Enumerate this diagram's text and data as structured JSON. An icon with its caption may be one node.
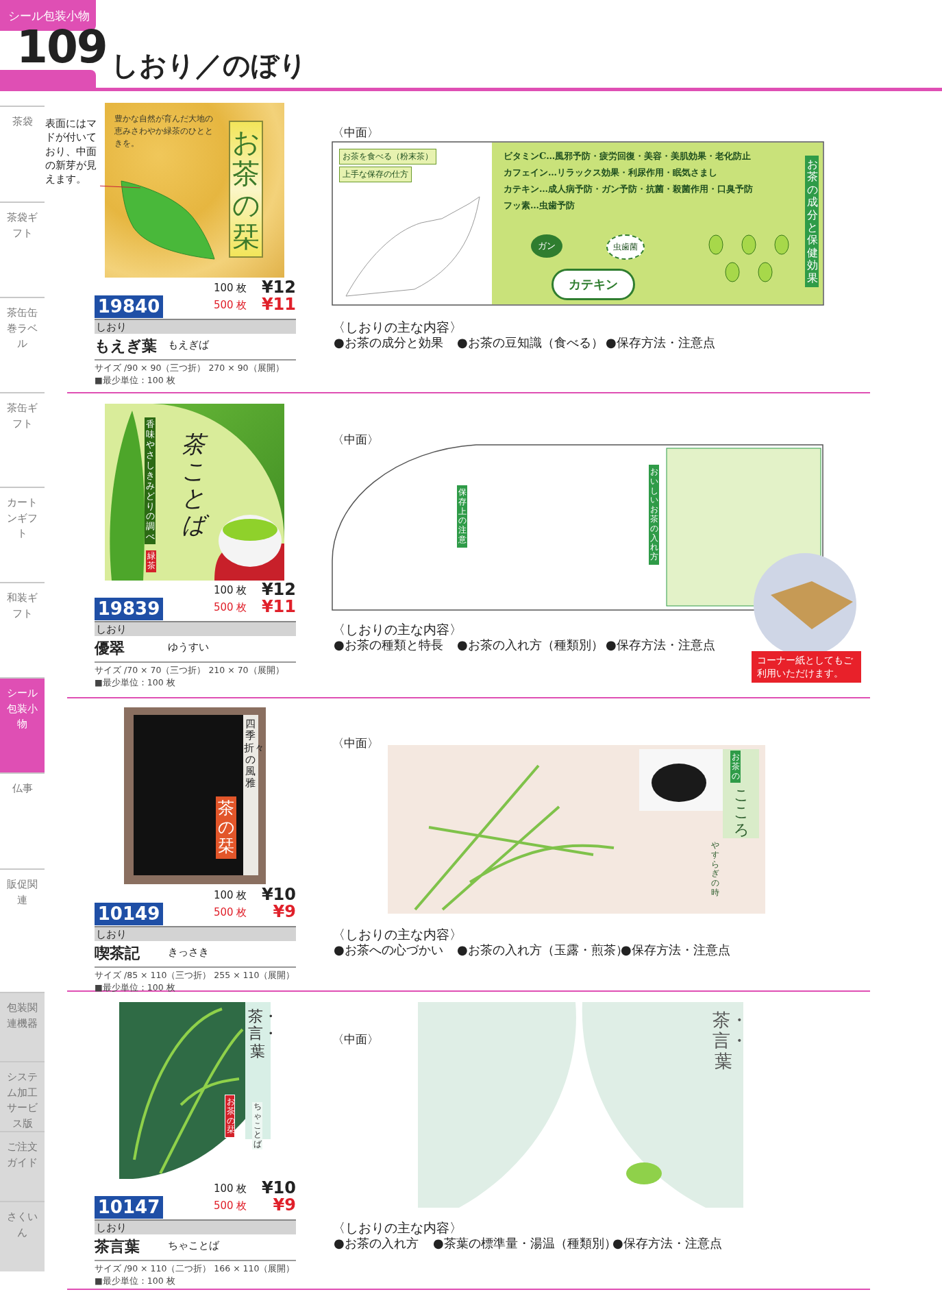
{
  "diagram": {
    "title": "しおり／のぼり",
    "nodes": [
      {
        "text": [
          "シール包装小物"
        ]
      },
      {
        "text": [
          "茶袋"
        ]
      },
      {
        "text": [
          "茶袋ギフト"
        ]
      },
      {
        "text": [
          "茶缶缶巻ラベル"
        ]
      },
      {
        "text": [
          "茶缶ギフト"
        ]
      },
      {
        "text": [
          "カートンギフト"
        ]
      },
      {
        "text": [
          "和装ギフト"
        ]
      },
      {
        "text": [
          "シール包装小物"
        ]
      },
      {
        "text": [
          "仏事"
        ]
      },
      {
        "text": [
          "販促関連"
        ]
      },
      {
        "text": [
          "包装関連機器"
        ]
      },
      {
        "text": [
          "システム加工サービス版"
        ]
      },
      {
        "text": [
          "ご注文ガイド"
        ]
      },
      {
        "text": [
          "さくいん"
        ]
      },
      {
        "text": [
          "お茶の栞",
          "豊かな自然が育んだ大地の恵みさわやか緑茶のひとときを。"
        ]
      },
      {
        "text": [],
        "shape": "picture",
        "in": 14
      },
      {
        "text": [
          "表面にはマドが付いており、中面の新芽が見えます。"
        ]
      },
      {
        "text": [
          "19840"
        ]
      },
      {
        "text": [
          "しおり"
        ]
      },
      {
        "text": [
          "お茶の成分と保健効果",
          "ビタミンC…風邪予防・疲労回復・美容・美肌効果・老化防止",
          "カフェイン…リラックス効果・利尿作用・眠気さまし",
          "カテキン…成人病予防・ガン予防・抗菌・殺菌作用・口臭予防",
          "フッ素…虫歯予防",
          "ガン",
          "虫歯菌",
          "カテキン",
          "お茶を食べる（粉末茶）",
          "上手な保存の仕方"
        ]
      },
      {
        "text": [
          "香味やさしきみどりの調べ",
          "緑茶",
          "茶ことば"
        ]
      },
      {
        "text": [
          "19839"
        ]
      },
      {
        "text": [
          "しおり"
        ]
      },
      {
        "text": [
          "保存上の注意",
          "おいしいお茶の入れ方"
        ]
      },
      {
        "text": [
          "コーナー紙としてもご利用いただけます。"
        ]
      },
      {
        "text": [
          "四季折々の風雅",
          "茶の栞"
        ]
      },
      {
        "text": [
          "10149"
        ]
      },
      {
        "text": [
          "しおり"
        ]
      },
      {
        "text": [
          "お茶の",
          "こころ",
          "やすらぎの時"
        ]
      },
      {
        "text": [
          "お茶の栞",
          "茶・言・葉",
          "ちゃことば"
        ]
      },
      {
        "text": [
          "10147"
        ]
      },
      {
        "text": [
          "しおり"
        ]
      },
      {
        "text": [
          "茶・言・葉"
        ]
      }
    ],
    "edges": [
      {
        "from": 16,
        "to": 15,
        "arrow": "none"
      }
    ],
    "labels": [
      "109",
      "100 枚",
      "¥12",
      "500 枚",
      "¥11",
      "もえぎ葉",
      "もえぎば",
      "サイズ /90 × 90（三つ折） 270 × 90（展開）",
      "■最少単位：100 枚",
      "〈中面〉",
      "〈しおりの主な内容〉",
      "●お茶の成分と効果",
      "●お茶の豆知識（食べる）",
      "●保存方法・注意点",
      "100 枚",
      "¥12",
      "500 枚",
      "¥11",
      "優翠",
      "ゆうすい",
      "サイズ /70 × 70（三つ折） 210 × 70（展開）",
      "■最少単位：100 枚",
      "〈中面〉",
      "〈しおりの主な内容〉",
      "●お茶の種類と特長",
      "●お茶の入れ方（種類別）",
      "●保存方法・注意点",
      "100 枚",
      "¥10",
      "500 枚",
      "¥9",
      "喫茶記",
      "きっさき",
      "サイズ /85 × 110（三つ折） 255 × 110（展開）",
      "■最少単位：100 枚",
      "〈中面〉",
      "〈しおりの主な内容〉",
      "●お茶への心づかい",
      "●お茶の入れ方（玉露・煎茶）",
      "●保存方法・注意点",
      "100 枚",
      "¥10",
      "500 枚",
      "¥9",
      "茶言葉",
      "ちゃことば",
      "サイズ /90 × 110（二つ折） 166 × 110（展開）",
      "■最少単位：100 枚",
      "〈中面〉",
      "〈しおりの主な内容〉",
      "●お茶の入れ方",
      "●茶葉の標準量・湯温（種類別）",
      "●保存方法・注意点"
    ]
  }
}
